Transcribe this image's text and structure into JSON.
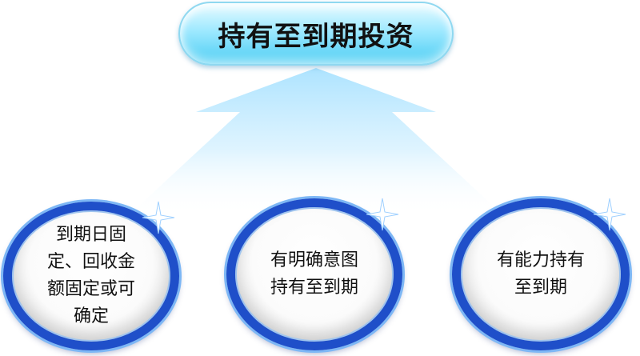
{
  "title": "持有至到期投资",
  "conditions": [
    {
      "text": "到期日固\n定、回收金\n额固定或可\n确定"
    },
    {
      "text": "有明确意图\n持有至到期"
    },
    {
      "text": "有能力持有\n至到期"
    }
  ],
  "colors": {
    "arrow": "#bfe9ff",
    "title_pill": "#7fdcf8",
    "circle_ring": "#1f4fc9"
  },
  "icons": [
    "up-arrow-icon",
    "sparkle-icon"
  ]
}
